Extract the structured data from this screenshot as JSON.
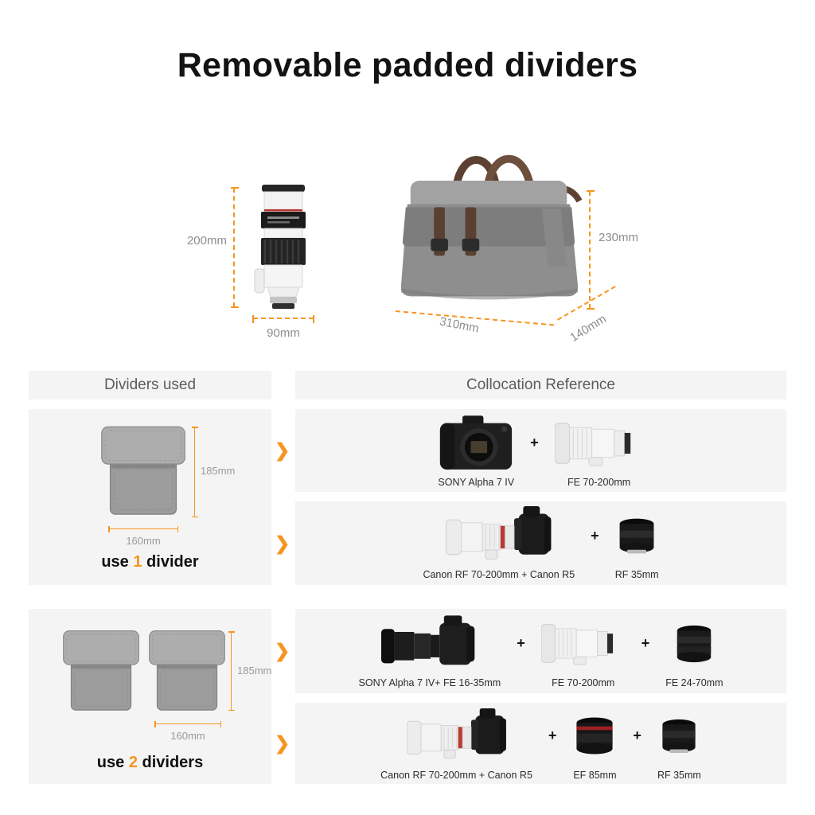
{
  "accent": "#F7941D",
  "title": "Removable padded dividers",
  "size_diagram": {
    "lens_height": "200mm",
    "lens_width": "90mm",
    "bag_height": "230mm",
    "bag_length": "310mm",
    "bag_depth": "140mm"
  },
  "table": {
    "left_header": "Dividers used",
    "right_header": "Collocation Reference",
    "plus": "+",
    "chevron": "❯"
  },
  "rows": [
    {
      "divider_height": "185mm",
      "divider_width": "160mm",
      "caption": {
        "prefix": "use ",
        "number": "1",
        "suffix": " divider"
      },
      "combos": [
        {
          "items": [
            "SONY Alpha 7 IV",
            "FE 70-200mm"
          ]
        },
        {
          "items": [
            "Canon RF 70-200mm + Canon R5",
            "RF 35mm"
          ]
        }
      ]
    },
    {
      "divider_height": "185mm",
      "divider_width": "160mm",
      "caption": {
        "prefix": "use ",
        "number": "2",
        "suffix": " dividers"
      },
      "combos": [
        {
          "items": [
            "SONY Alpha 7 IV+ FE 16-35mm",
            "FE 70-200mm",
            "FE 24-70mm"
          ]
        },
        {
          "items": [
            "Canon RF 70-200mm + Canon R5",
            "EF 85mm",
            "RF 35mm"
          ]
        }
      ]
    }
  ]
}
